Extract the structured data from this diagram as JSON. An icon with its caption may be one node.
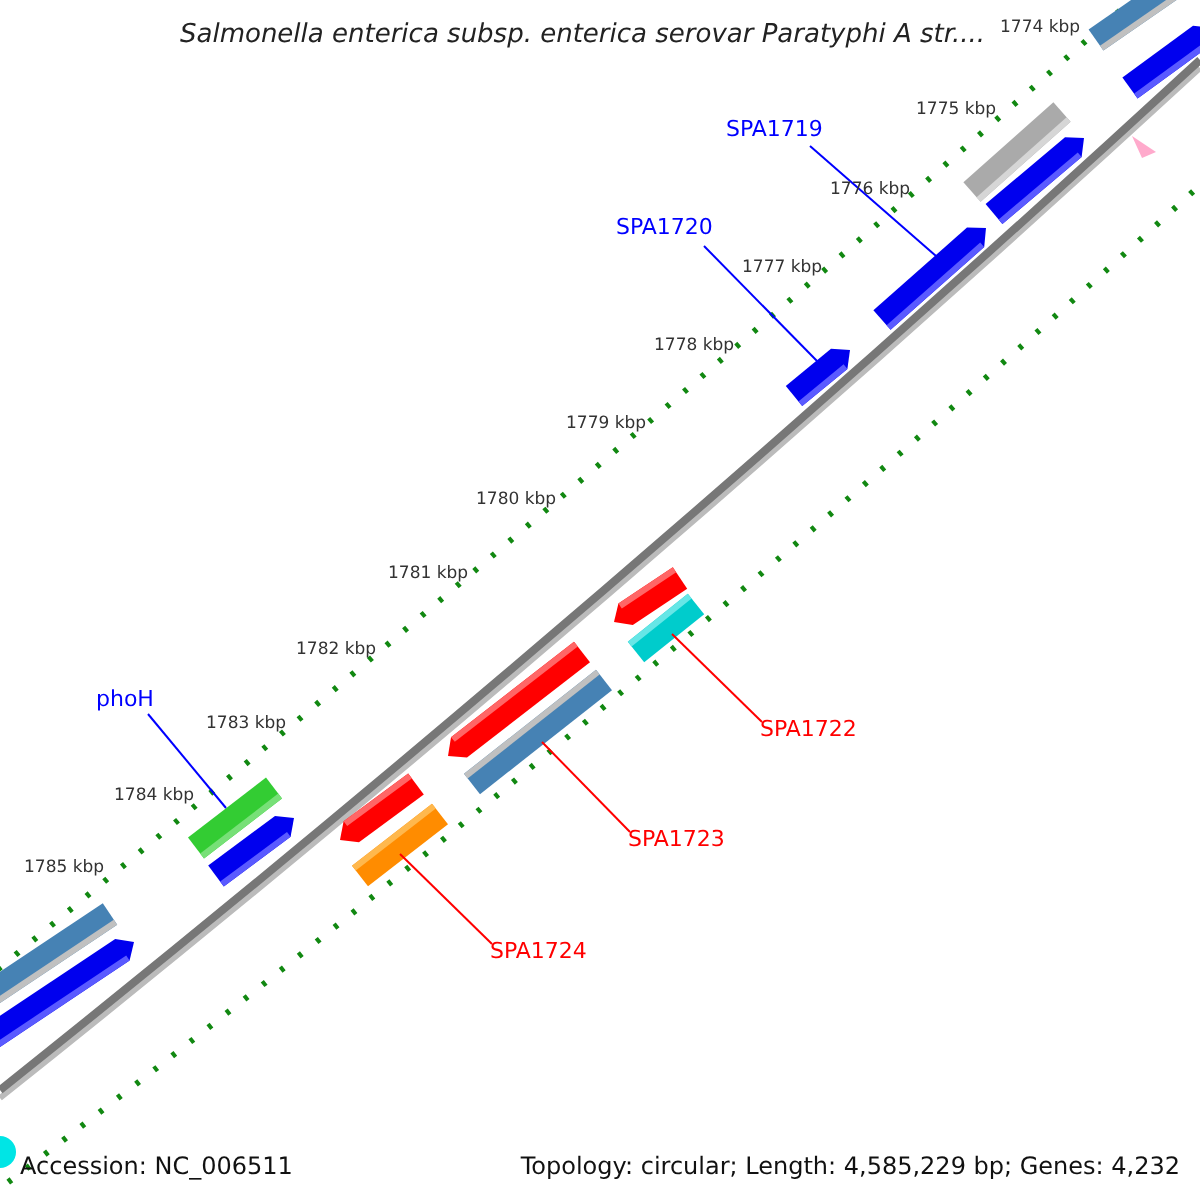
{
  "diagram": {
    "title": "Salmonella enterica subsp. enterica serovar Paratyphi A str....",
    "nodes": [
      {
        "text": [
          "SPA1719"
        ]
      },
      {
        "text": [
          "SPA1720"
        ]
      },
      {
        "text": [
          "phoH"
        ]
      },
      {
        "text": [
          "SPA1722"
        ]
      },
      {
        "text": [
          "SPA1723"
        ]
      },
      {
        "text": [
          "SPA1724"
        ]
      },
      {
        "text": [],
        "shape": "bar"
      },
      {
        "text": [],
        "shape": "bar"
      },
      {
        "text": [],
        "shape": "bar"
      },
      {
        "text": [],
        "shape": "bar"
      },
      {
        "text": [],
        "shape": "bar"
      },
      {
        "text": [],
        "shape": "bar"
      }
    ],
    "edges": [
      {
        "from": 0,
        "to": 6,
        "arrow": "none",
        "color": "#0000ff"
      },
      {
        "from": 1,
        "to": 7,
        "arrow": "none",
        "color": "#0000ff"
      },
      {
        "from": 2,
        "to": 8,
        "arrow": "none",
        "color": "#0000ff"
      },
      {
        "from": 3,
        "to": 9,
        "arrow": "none",
        "color": "#ff0000"
      },
      {
        "from": 4,
        "to": 10,
        "arrow": "none",
        "color": "#ff0000"
      },
      {
        "from": 5,
        "to": 11,
        "arrow": "none",
        "color": "#ff0000"
      }
    ],
    "labels": [
      "1774 kbp",
      "1775 kbp",
      "1776 kbp",
      "1777 kbp",
      "1778 kbp",
      "1779 kbp",
      "1780 kbp",
      "1781 kbp",
      "1782 kbp",
      "1783 kbp",
      "1784 kbp",
      "1785 kbp",
      "Accession: NC_006511",
      "Topology: circular; Length: 4,585,229 bp; Genes: 4,232"
    ]
  }
}
